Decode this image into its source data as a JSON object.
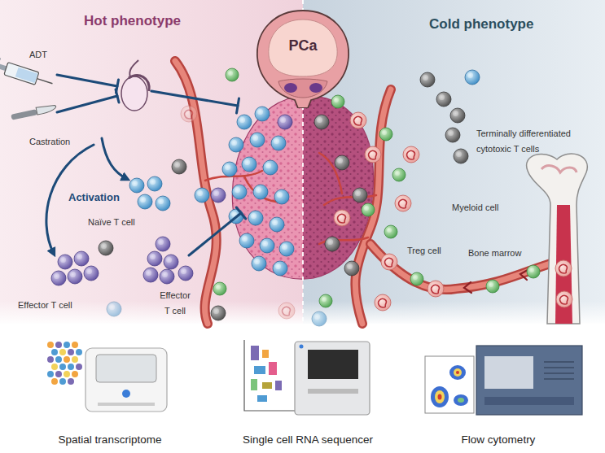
{
  "diagram": {
    "nodes": [
      {
        "text": [
          "PCa"
        ]
      }
    ],
    "labels": [
      "Hot phenotype",
      "Cold phenotype",
      "ADT",
      "Castration",
      "Activation",
      "Naïve T cell",
      "Effector T cell",
      "Effector T cell",
      "Terminally differentiated cytotoxic T cells",
      "Myeloid cell",
      "Treg cell",
      "Bone marrow",
      "Spatial transcriptome",
      "Single cell RNA sequencer",
      "Flow cytometry"
    ]
  }
}
